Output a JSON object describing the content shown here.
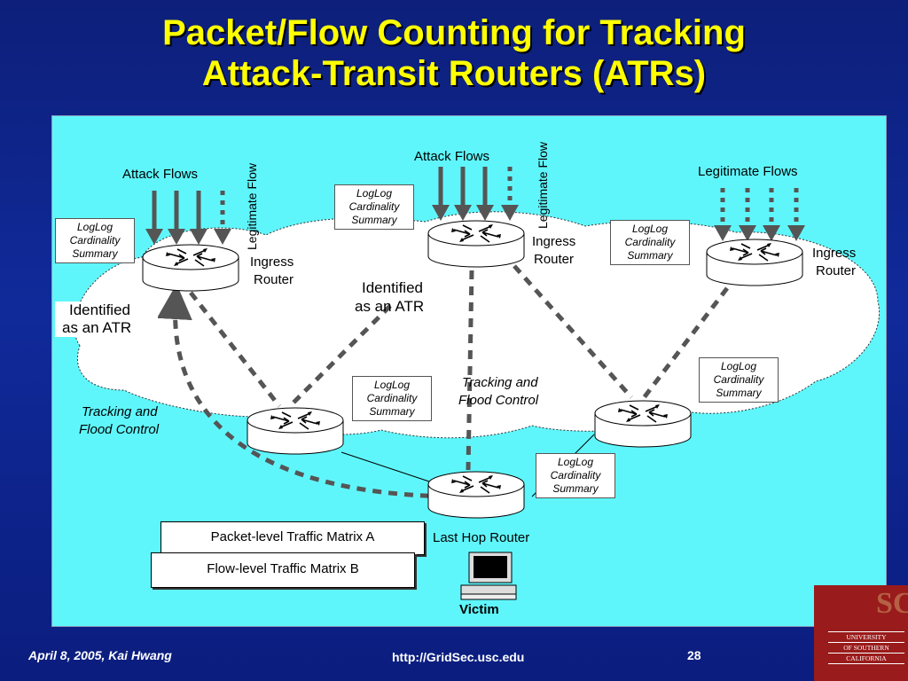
{
  "slide": {
    "title_line1": "Packet/Flow Counting for Tracking",
    "title_line2": "Attack-Transit Routers (ATRs)"
  },
  "diagram": {
    "attack_flows_left": "Attack Flows",
    "attack_flows_center": "Attack Flows",
    "legitimate_flows_right": "Legitimate Flows",
    "legitimate_flow_left": "Legitimate Flow",
    "legitimate_flow_center": "Legitimate Flow",
    "ingress_router_label_1": "Ingress",
    "ingress_router_label_2": "Router",
    "identified_atr_1": "Identified",
    "identified_atr_2": "as an ATR",
    "tracking_1": "Tracking and",
    "tracking_2": "Flood Control",
    "last_hop_router": "Last Hop Router",
    "victim": "Victim",
    "loglog_1": "LogLog",
    "loglog_2": "Cardinality",
    "loglog_3": "Summary",
    "matrix_a": "Packet-level Traffic Matrix A",
    "matrix_b": "Flow-level Traffic Matrix B"
  },
  "footer": {
    "date_author": "April 8, 2005,  Kai Hwang",
    "url": "http://GridSec.usc.edu",
    "page": "28"
  },
  "logo": {
    "line1": "UNIVERSITY",
    "line2": "OF SOUTHERN",
    "line3": "CALIFORNIA"
  },
  "colors": {
    "background": "#102a9a",
    "title": "#ffff00",
    "panel": "#5ff6fb",
    "arrow": "#555555"
  }
}
